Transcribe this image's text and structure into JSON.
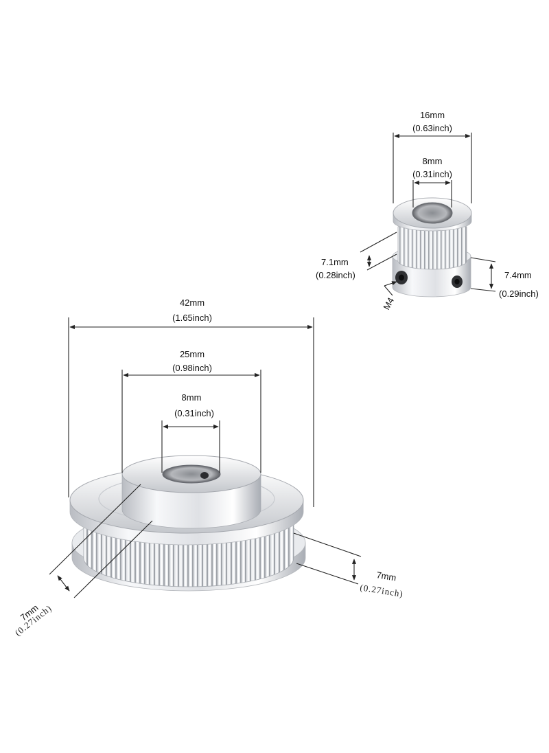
{
  "small_pulley": {
    "outer_diameter": {
      "mm": "16mm",
      "inch": "(0.63inch)"
    },
    "bore": {
      "mm": "8mm",
      "inch": "(0.31inch)"
    },
    "belt_width": {
      "mm": "7.1mm",
      "inch": "(0.28inch)"
    },
    "hub_height": {
      "mm": "7.4mm",
      "inch": "(0.29inch)"
    },
    "screw": "M4"
  },
  "large_pulley": {
    "outer_diameter": {
      "mm": "42mm",
      "inch": "(1.65inch)"
    },
    "hub_diameter": {
      "mm": "25mm",
      "inch": "(0.98inch)"
    },
    "bore": {
      "mm": "8mm",
      "inch": "(0.31inch)"
    },
    "hub_height": {
      "mm": "7mm",
      "inch": "(0.27inch)"
    },
    "tooth_width": {
      "mm": "7mm",
      "inch": "(0.27inch)"
    }
  },
  "colors": {
    "metal_light": "#f4f5f7",
    "metal_mid": "#c9ccd1",
    "metal_dark": "#8d9198",
    "line": "#222222"
  }
}
